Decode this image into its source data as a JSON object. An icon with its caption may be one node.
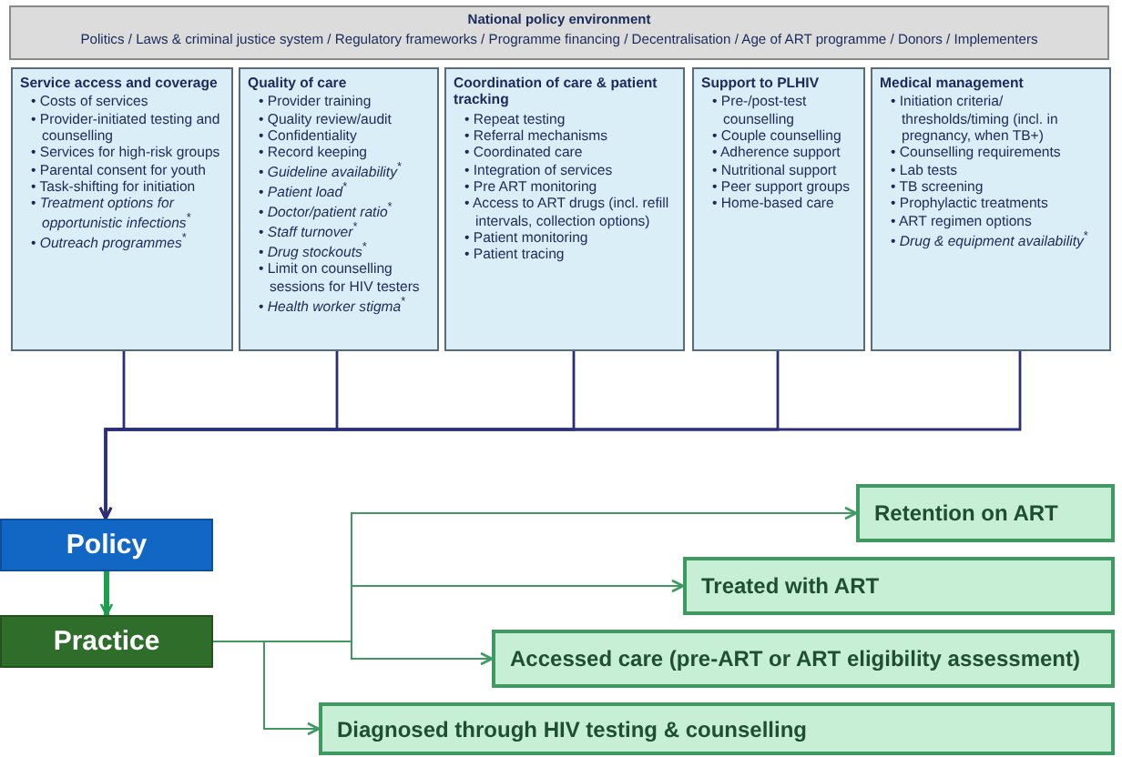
{
  "diagram": {
    "nodes": [
      {
        "text": [
          "National policy environment",
          "Politics / Laws & criminal justice system / Regulatory frameworks / Programme financing / Decentralisation / Age of ART programme / Donors / Implementers"
        ]
      },
      {
        "text": [
          "Service access and coverage",
          "• Costs of services",
          "• Provider-initiated testing and counselling",
          "• Services for high-risk groups",
          "• Parental consent for youth",
          "• Task-shifting for initiation",
          "• *Treatment options for opportunistic infections*$^{*}$",
          "• *Outreach programmes*$^{*}$"
        ]
      },
      {
        "text": [
          "Quality of care",
          "• Provider training",
          "• Quality review/audit",
          "• Confidentiality",
          "• Record keeping",
          "• *Guideline availability*$^{*}$",
          "• *Patient load*$^{*}$",
          "• *Doctor/patient ratio*$^{*}$",
          "• *Staff turnover*$^{*}$",
          "• *Drug stockouts*$^{*}$",
          "• Limit on counselling sessions for HIV testers",
          "• *Health worker stigma*$^{*}$"
        ]
      },
      {
        "text": [
          "Coordination of care & patient tracking",
          "• Repeat testing",
          "• Referral mechanisms",
          "• Coordinated care",
          "• Integration of services",
          "• Pre ART monitoring",
          "• Access to ART drugs (incl. refill intervals, collection options)",
          "• Patient monitoring",
          "• Patient tracing"
        ]
      },
      {
        "text": [
          "Support to PLHIV",
          "• Pre-/post-test counselling",
          "• Couple counselling",
          "• Adherence support",
          "• Nutritional support",
          "• Peer support groups",
          "• Home-based care"
        ]
      },
      {
        "text": [
          "Medical management",
          "• Initiation criteria/ thresholds/timing (incl. in pregnancy, when TB+)",
          "• Counselling requirements",
          "• Lab tests",
          "• TB screening",
          "• Prophylactic treatments",
          "• ART regimen options",
          "• *Drug & equipment availability*$^{*}$"
        ]
      },
      {
        "text": [
          "Policy"
        ]
      },
      {
        "text": [
          "Practice"
        ]
      },
      {
        "text": [
          "Retention on ART"
        ]
      },
      {
        "text": [
          "Treated with ART"
        ]
      },
      {
        "text": [
          "Accessed care (pre-ART or ART eligibility assessment)"
        ]
      },
      {
        "text": [
          "Diagnosed through HIV testing & counselling"
        ]
      }
    ],
    "edges": [
      {
        "from": 1,
        "to": 6,
        "arrow": "to"
      },
      {
        "from": 2,
        "to": 6,
        "arrow": "to"
      },
      {
        "from": 3,
        "to": 6,
        "arrow": "to"
      },
      {
        "from": 4,
        "to": 6,
        "arrow": "to"
      },
      {
        "from": 5,
        "to": 6,
        "arrow": "to"
      },
      {
        "from": 6,
        "to": 7,
        "arrow": "to",
        "style": "thick",
        "color": "#1e9e50"
      },
      {
        "from": 7,
        "to": 8,
        "arrow": "to",
        "color": "#3f9a62"
      },
      {
        "from": 7,
        "to": 9,
        "arrow": "to",
        "color": "#3f9a62"
      },
      {
        "from": 7,
        "to": 10,
        "arrow": "to",
        "color": "#3f9a62"
      },
      {
        "from": 7,
        "to": 11,
        "arrow": "to",
        "color": "#3f9a62"
      }
    ]
  }
}
